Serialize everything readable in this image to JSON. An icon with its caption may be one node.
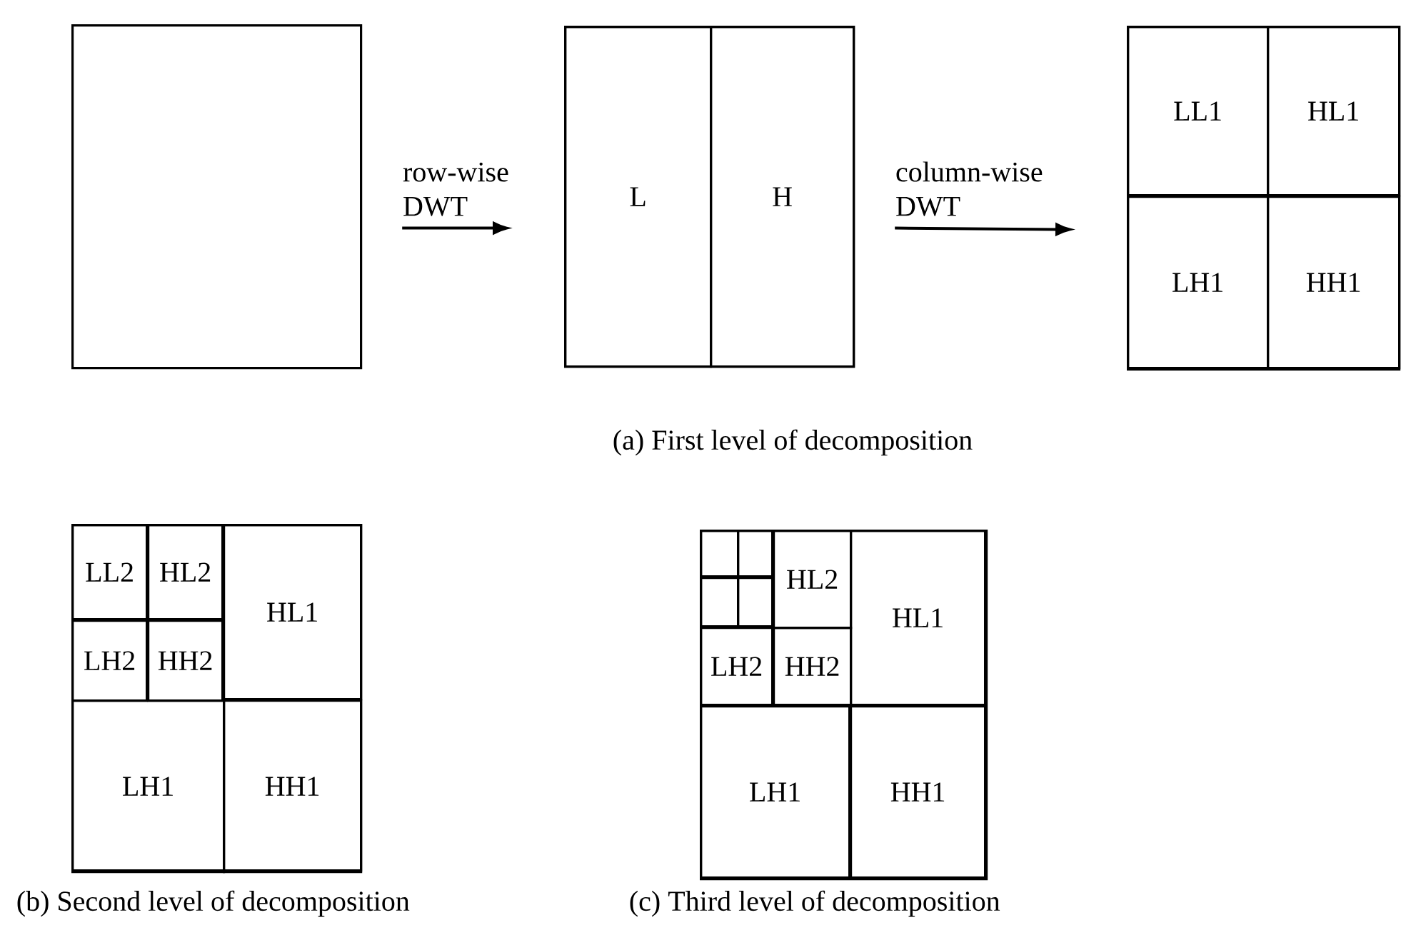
{
  "diagram": {
    "nodes": [
      {
        "text": [],
        "shape": "box"
      },
      {
        "text": [],
        "shape": "box"
      },
      {
        "text": [
          "L"
        ],
        "in": 1
      },
      {
        "text": [
          "H"
        ],
        "in": 1
      },
      {
        "text": [],
        "shape": "box"
      },
      {
        "text": [
          "LL1"
        ],
        "in": 4
      },
      {
        "text": [
          "HL1"
        ],
        "in": 4
      },
      {
        "text": [
          "LH1"
        ],
        "in": 4
      },
      {
        "text": [
          "HH1"
        ],
        "in": 4
      },
      {
        "text": [],
        "shape": "box"
      },
      {
        "text": [
          "LL2"
        ],
        "in": 9
      },
      {
        "text": [
          "HL2"
        ],
        "in": 9
      },
      {
        "text": [
          "HL1"
        ],
        "in": 9
      },
      {
        "text": [
          "LH2"
        ],
        "in": 9
      },
      {
        "text": [
          "HH2"
        ],
        "in": 9
      },
      {
        "text": [
          "LH1"
        ],
        "in": 9
      },
      {
        "text": [
          "HH1"
        ],
        "in": 9
      },
      {
        "text": [],
        "shape": "box"
      },
      {
        "text": [],
        "shape": "box",
        "in": 17
      },
      {
        "text": [],
        "shape": "box",
        "in": 17
      },
      {
        "text": [],
        "shape": "box",
        "in": 17
      },
      {
        "text": [],
        "shape": "box",
        "in": 17
      },
      {
        "text": [
          "HL2"
        ],
        "in": 17
      },
      {
        "text": [
          "HL1"
        ],
        "in": 17
      },
      {
        "text": [
          "LH2"
        ],
        "in": 17
      },
      {
        "text": [
          "HH2"
        ],
        "in": 17
      },
      {
        "text": [
          "LH1"
        ],
        "in": 17
      },
      {
        "text": [
          "HH1"
        ],
        "in": 17
      }
    ],
    "edges": [
      {
        "from": 0,
        "to": 1,
        "arrow": "to",
        "label": "row-wise DWT"
      },
      {
        "from": 1,
        "to": 4,
        "arrow": "to",
        "label": "column-wise DWT"
      }
    ],
    "labels": [
      "(a) First level of decomposition",
      "(b) Second level of decomposition",
      "(c) Third level of decomposition"
    ]
  }
}
